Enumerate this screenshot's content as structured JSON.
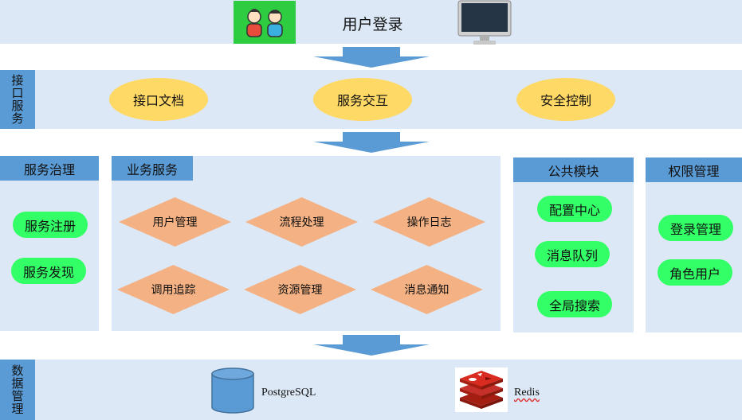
{
  "login": {
    "title": "用户登录",
    "icon_users": "users-icon",
    "icon_monitor": "monitor-icon"
  },
  "interface": {
    "label": [
      "接",
      "口",
      "服",
      "务"
    ],
    "items": [
      "接口文档",
      "服务交互",
      "安全控制"
    ]
  },
  "governance": {
    "header": "服务治理",
    "items": [
      "服务注册",
      "服务发现"
    ]
  },
  "business": {
    "header": "业务服务",
    "items": [
      "用户管理",
      "流程处理",
      "操作日志",
      "调用追踪",
      "资源管理",
      "消息通知"
    ]
  },
  "public": {
    "header": "公共模块",
    "items": [
      "配置中心",
      "消息队列",
      "全局搜索"
    ]
  },
  "permission": {
    "header": "权限管理",
    "items": [
      "登录管理",
      "角色用户"
    ]
  },
  "data": {
    "label": [
      "数",
      "据",
      "管",
      "理"
    ],
    "items": [
      "PostgreSQL",
      "Redis"
    ]
  },
  "colors": {
    "band": "#dce8f5",
    "header": "#5b9bd5",
    "ellipse": "#ffd966",
    "pill": "#33ff66",
    "diamond": "#f4b183",
    "arrow": "#5b9bd5"
  }
}
